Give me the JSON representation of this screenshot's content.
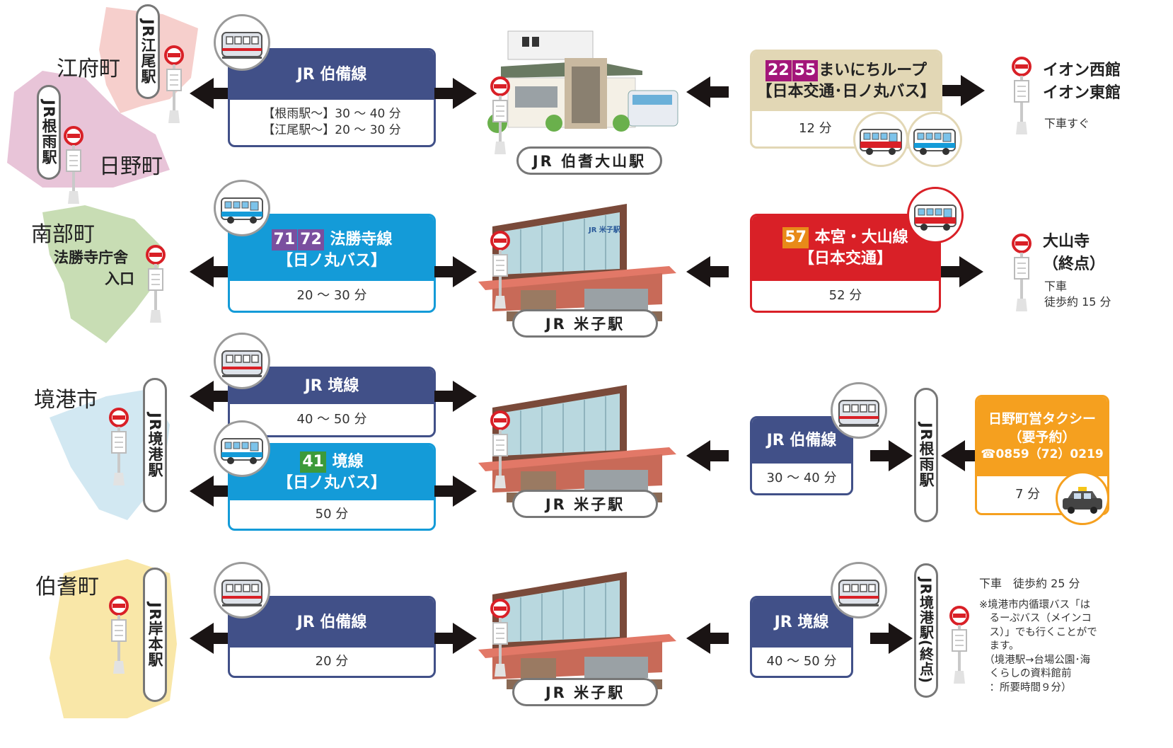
{
  "colors": {
    "navy": "#415088",
    "blue": "#149bd8",
    "red": "#d92027",
    "tan": "#e2d7b5",
    "orange": "#f5a01f",
    "purple": "#7a4f9f",
    "magenta": "#a3167a",
    "green": "#3d9a3a",
    "badge_orange": "#e88a19"
  },
  "row1": {
    "towns": [
      "江府町",
      "日野町"
    ],
    "station_labels": [
      "JR江尾駅",
      "JR根雨駅"
    ],
    "left_card": {
      "title": "JR 伯備線",
      "lines": [
        "【根雨駅～】30 ～ 40 分",
        "【江尾駅～】20 ～ 30 分"
      ]
    },
    "hub": "JR 伯耆大山駅",
    "right_card": {
      "badges": [
        "22",
        "55"
      ],
      "title": "まいにちループ",
      "subtitle": "【日本交通･日ノ丸バス】",
      "time": "12 分"
    },
    "dest": {
      "lines": [
        "イオン西館",
        "イオン東館"
      ],
      "note": "下車すぐ"
    }
  },
  "row2": {
    "towns": [
      "南部町",
      "法勝寺庁舎",
      "入口"
    ],
    "left_card": {
      "badges": [
        "71",
        "72"
      ],
      "title": "法勝寺線",
      "subtitle": "【日ノ丸バス】",
      "time": "20 ～ 30 分"
    },
    "hub": "JR 米子駅",
    "hub_sign": "JR 米子駅",
    "right_card": {
      "badge": "57",
      "title": "本宮・大山線",
      "subtitle": "【日本交通】",
      "time": "52 分"
    },
    "dest": {
      "lines": [
        "大山寺",
        "（終点）"
      ],
      "note": [
        "下車",
        "徒歩約 15 分"
      ]
    }
  },
  "row3": {
    "town": "境港市",
    "station_label": "JR境港駅",
    "left_card_top": {
      "title": "JR 境線",
      "time": "40 ～ 50 分"
    },
    "left_card_bottom": {
      "badge": "41",
      "title": "境線",
      "subtitle": "【日ノ丸バス】",
      "time": "50 分"
    },
    "hub": "JR 米子駅",
    "right_card": {
      "title": "JR 伯備線",
      "time": "30 ～ 40 分"
    },
    "mid_station": "JR根雨駅",
    "taxi_card": {
      "title": "日野町営タクシー",
      "subtitle": "（要予約）",
      "phone": "☎0859（72）0219",
      "time": "7 分"
    }
  },
  "row4": {
    "town": "伯耆町",
    "station_label": "JR岸本駅",
    "left_card": {
      "title": "JR 伯備線",
      "time": "20 分"
    },
    "hub": "JR 米子駅",
    "right_card": {
      "title": "JR 境線",
      "time": "40 ～ 50 分"
    },
    "end_station": "JR境港駅(終点)",
    "notes": [
      "下車　徒歩約 25 分",
      "※境港市内循環バス「は",
      "　るーぷバス（メインコ",
      "　ス）」でも行くことがで",
      "　ます。",
      "　（境港駅→台場公園･海",
      "　くらしの資料館前",
      "　：所要時間９分）"
    ]
  }
}
